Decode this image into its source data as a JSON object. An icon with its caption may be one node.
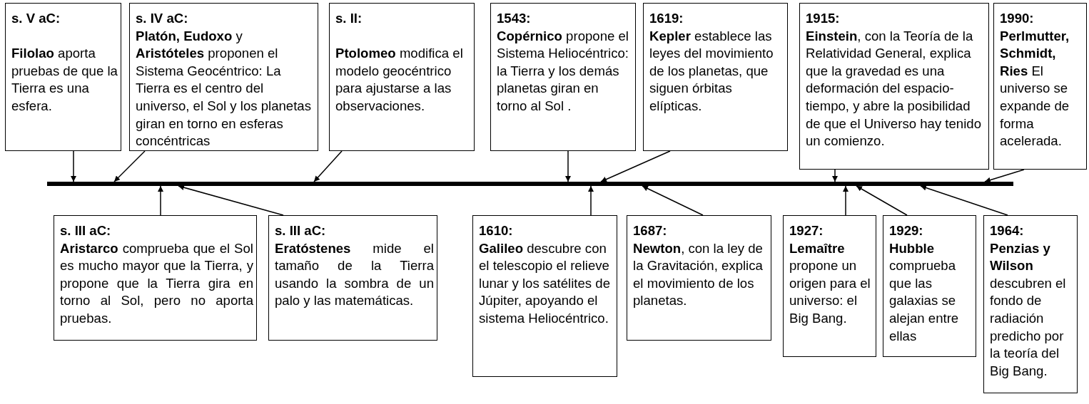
{
  "diagram": {
    "nodes": [
      {
        "text": [
          "s. V aC:",
          "**Filolao** aporta pruebas de que la Tierra es una esfera."
        ]
      },
      {
        "text": [
          "s. IV aC:",
          "**Platón, Eudoxo** y **Aristóteles** proponen el Sistema Geocéntrico: La Tierra es el centro del universo, el Sol y los planetas giran en torno en esferas concéntricas"
        ]
      },
      {
        "text": [
          "s. II:",
          "**Ptolomeo** modifica el modelo geocéntrico para ajustarse a las observaciones."
        ]
      },
      {
        "text": [
          "1543:",
          "**Copérnico** propone el Sistema Heliocéntrico: la Tierra y los demás planetas giran en torno al Sol ."
        ]
      },
      {
        "text": [
          "1619:",
          "**Kepler** establece las leyes del movimiento de los planetas, que siguen órbitas elípticas."
        ]
      },
      {
        "text": [
          "1915:",
          "**Einstein**, con la Teoría de la Relatividad General, explica que la gravedad es una deformación del espacio-tiempo, y abre la posibilidad de que el Universo hay tenido un comienzo."
        ]
      },
      {
        "text": [
          "1990:",
          "**Perlmutter, Schmidt, Ries** El universo se expande de forma acelerada."
        ]
      },
      {
        "text": [],
        "shape": "bar"
      },
      {
        "text": [
          "s. III aC:",
          "**Aristarco** comprueba que el Sol es mucho mayor que la Tierra, y propone que la Tierra gira en torno al Sol, pero no aporta pruebas."
        ]
      },
      {
        "text": [
          "s. III aC:",
          "**Eratóstenes** mide el tamaño de la Tierra usando la sombra de un palo y las matemáticas."
        ]
      },
      {
        "text": [
          "1610:",
          "**Galileo** descubre con el telescopio el relieve lunar y los satélites de Júpiter, apoyando el sistema Heliocéntrico."
        ]
      },
      {
        "text": [
          "1687:",
          "**Newton**, con la ley de la Gravitación, explica el movimiento de los planetas."
        ]
      },
      {
        "text": [
          "1927:",
          "**Lemaître** propone un origen para el universo: el Big Bang."
        ]
      },
      {
        "text": [
          "1929:",
          "**Hubble** comprueba que las galaxias se alejan entre ellas"
        ]
      },
      {
        "text": [
          "1964:",
          "**Penzias y Wilson** descubren el fondo de radiación predicho por la teoría del Big Bang."
        ]
      }
    ],
    "edges": [
      {
        "from": 0,
        "to": 7,
        "arrow": "to"
      },
      {
        "from": 1,
        "to": 7,
        "arrow": "to"
      },
      {
        "from": 2,
        "to": 7,
        "arrow": "to"
      },
      {
        "from": 3,
        "to": 7,
        "arrow": "to"
      },
      {
        "from": 4,
        "to": 7,
        "arrow": "to"
      },
      {
        "from": 5,
        "to": 7,
        "arrow": "to"
      },
      {
        "from": 6,
        "to": 7,
        "arrow": "to"
      },
      {
        "from": 8,
        "to": 7,
        "arrow": "to"
      },
      {
        "from": 9,
        "to": 7,
        "arrow": "to"
      },
      {
        "from": 10,
        "to": 7,
        "arrow": "to"
      },
      {
        "from": 11,
        "to": 7,
        "arrow": "to"
      },
      {
        "from": 12,
        "to": 7,
        "arrow": "to"
      },
      {
        "from": 13,
        "to": 7,
        "arrow": "to"
      },
      {
        "from": 14,
        "to": 7,
        "arrow": "to"
      }
    ]
  }
}
